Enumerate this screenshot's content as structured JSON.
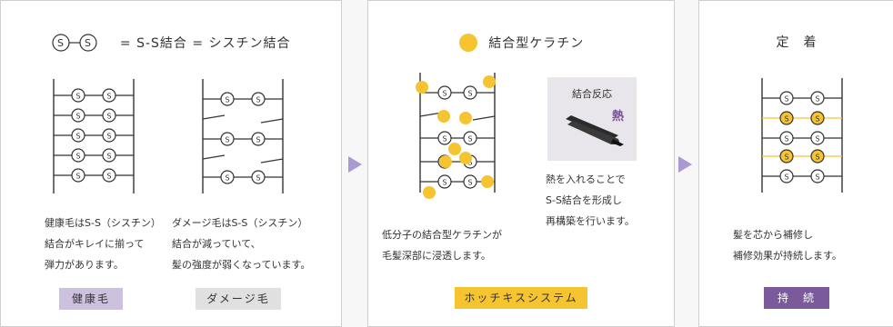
{
  "panels": [
    {
      "title_bond_symbol": "S",
      "title_text": "= S-S結合 = シスチン結合",
      "healthy_text": "健康毛はS-S（シスチン）\n結合がキレイに揃って\n弾力があります。",
      "damaged_text": "ダメージ毛はS-S（シスチン）\n結合が減っていて、\n髪の強度が弱くなっています。",
      "healthy_badge": "健康毛",
      "damaged_badge": "ダメージ毛"
    },
    {
      "title": "結合型ケラチン",
      "heat_label": "結合反応",
      "heat_kanji": "熱",
      "heat_text": "熱を入れることで\nS-S結合を形成し\n再構築を行います。",
      "main_text": "低分子の結合型ケラチンが\n毛髪深部に浸透します。",
      "badge": "ホッチキスシステム"
    },
    {
      "title": "定　着",
      "text": "髪を芯から補修し\n補修効果が持続します。",
      "badge": "持　続"
    }
  ],
  "colors": {
    "keratin_yellow": "#f5c430",
    "accent_purple": "#7a5a9b",
    "arrow": "#a99bd1"
  }
}
